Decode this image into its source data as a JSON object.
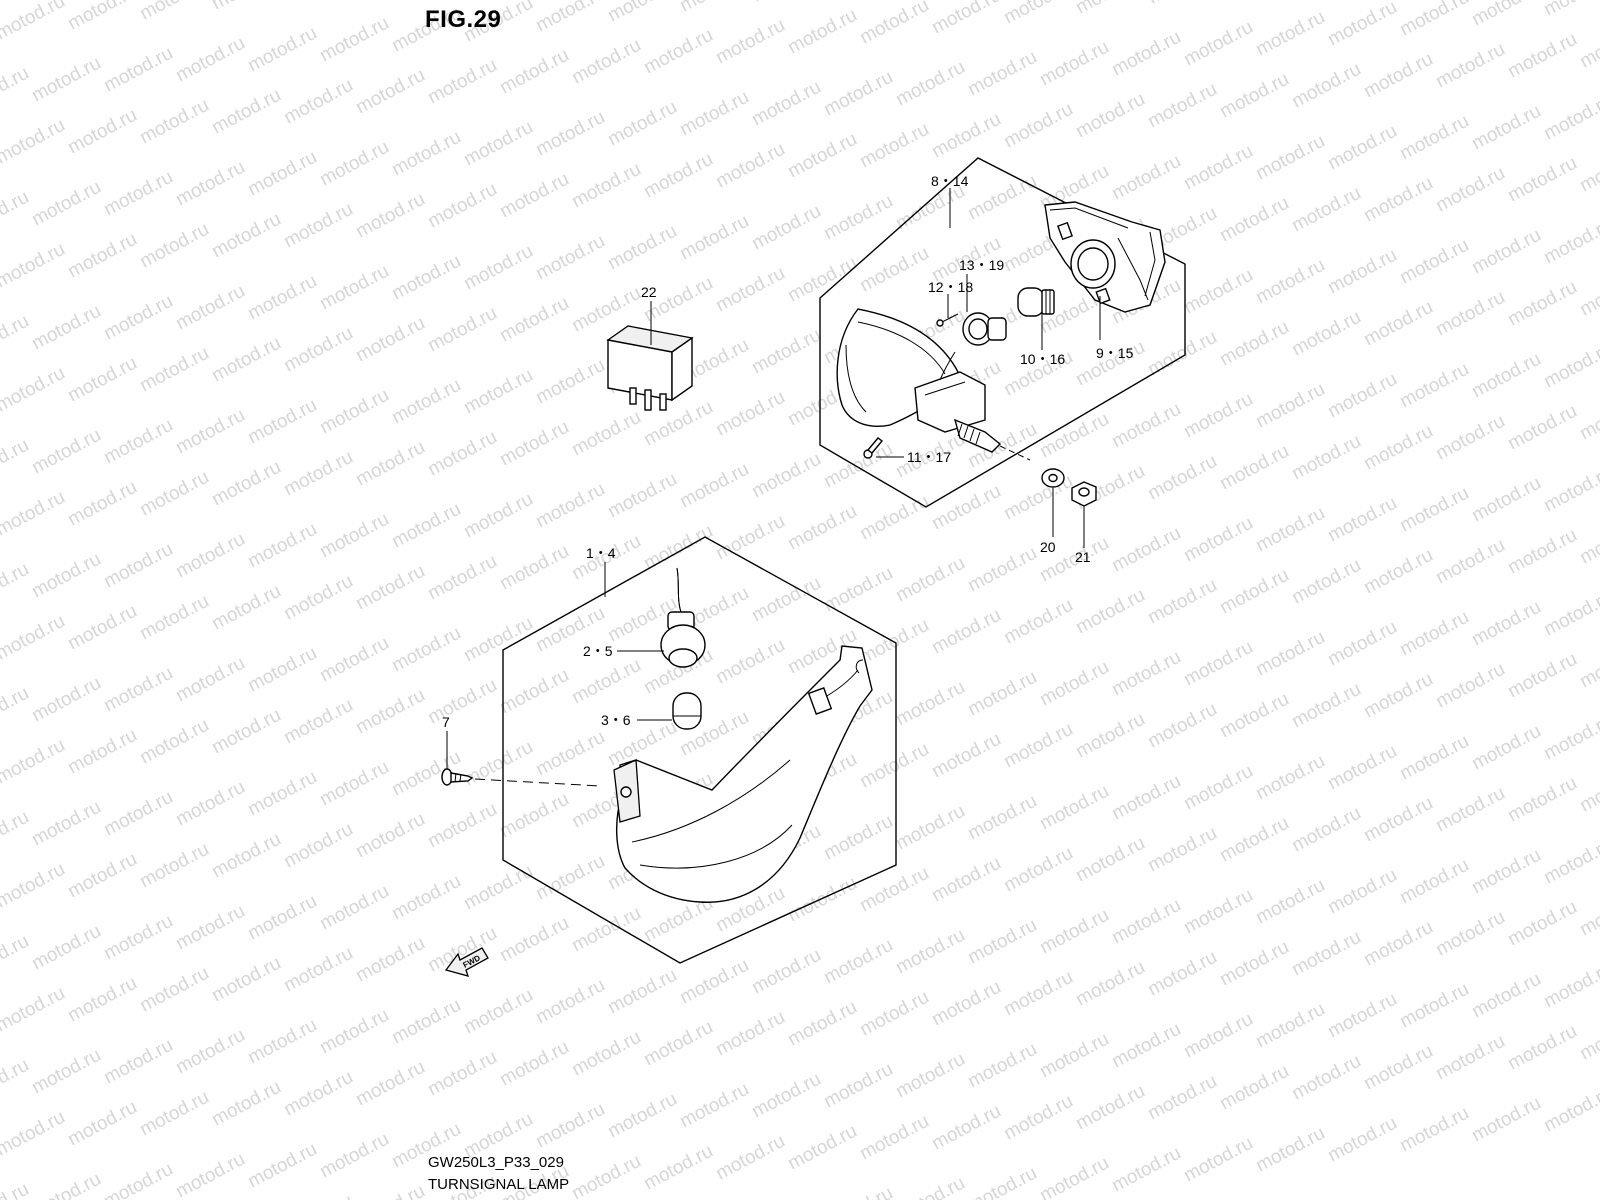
{
  "figure": {
    "title": "FIG.29",
    "code": "GW250L3_P33_029",
    "name": "TURNSIGNAL LAMP"
  },
  "watermark": {
    "text": "motod.ru"
  },
  "fwd_arrow": {
    "label": "FWD"
  },
  "callouts": {
    "c_1_4": "1・4",
    "c_2_5": "2・5",
    "c_3_6": "3・6",
    "c_7": "7",
    "c_8_14": "8・14",
    "c_9_15": "9・15",
    "c_10_16": "10・16",
    "c_11_17": "11・17",
    "c_12_18": "12・18",
    "c_13_19": "13・19",
    "c_20": "20",
    "c_21": "21",
    "c_22": "22"
  }
}
